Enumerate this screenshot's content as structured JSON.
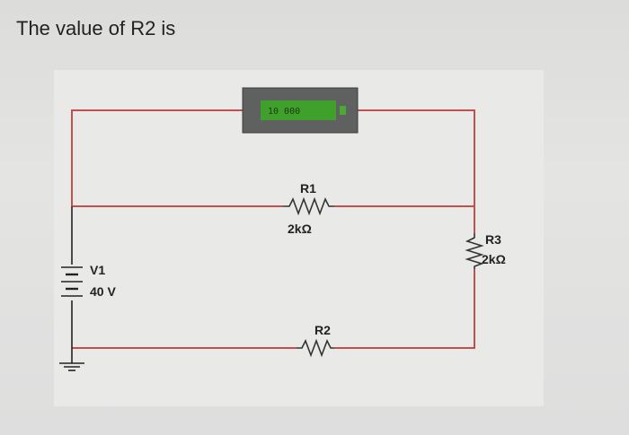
{
  "question": "The value of R2 is",
  "meter": {
    "reading": "10 000"
  },
  "components": {
    "r1": {
      "name": "R1",
      "value": "2kΩ"
    },
    "r2": {
      "name": "R2"
    },
    "r3": {
      "name": "R3",
      "value": "2kΩ"
    },
    "v1": {
      "name": "V1",
      "value": "40 V"
    }
  },
  "colors": {
    "wire": "#c0504d",
    "meter_body": "#5f6160",
    "meter_screen": "#3fa12b",
    "background": "#d9d9d7"
  }
}
